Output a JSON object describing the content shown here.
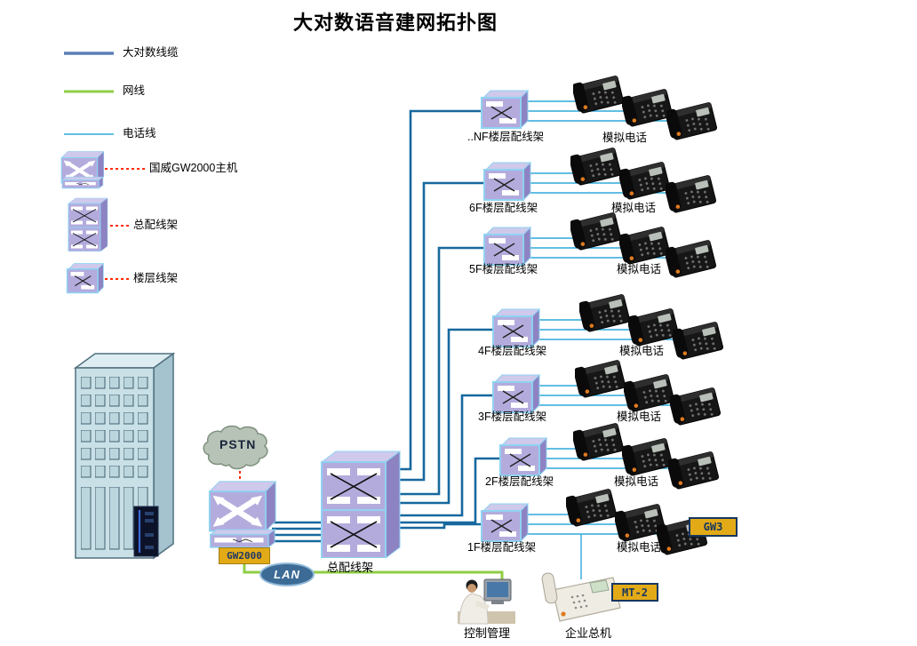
{
  "title": "大对数语音建网拓扑图",
  "legend": {
    "items": [
      {
        "label": "大对数线缆",
        "icon": "trunk-cable-line",
        "color": "#5b7fb7"
      },
      {
        "label": "网线",
        "icon": "network-cable-line",
        "color": "#8fce44"
      },
      {
        "label": "电话线",
        "icon": "phone-cable-line",
        "color": "#2fa8dc"
      },
      {
        "label": "国威GW2000主机",
        "icon": "gw2000-host-icon"
      },
      {
        "label": "总配线架",
        "icon": "main-distribution-frame-icon"
      },
      {
        "label": "楼层线架",
        "icon": "floor-frame-icon"
      }
    ]
  },
  "nodes": {
    "pstn": "PSTN",
    "gw2000": "GW2000",
    "lan": "LAN",
    "main_frame": "总配线架",
    "gw3": "GW3",
    "mt2": "MT-2",
    "control": "控制管理",
    "switchboard": "企业总机"
  },
  "floors": [
    {
      "frame_label": "..NF楼层配线架",
      "phones_label": "模拟电话",
      "phone_count": 3
    },
    {
      "frame_label": "6F楼层配线架",
      "phones_label": "模拟电话",
      "phone_count": 3
    },
    {
      "frame_label": "5F楼层配线架",
      "phones_label": "模拟电话",
      "phone_count": 3
    },
    {
      "frame_label": "4F楼层配线架",
      "phones_label": "模拟电话",
      "phone_count": 3
    },
    {
      "frame_label": "3F楼层配线架",
      "phones_label": "模拟电话",
      "phone_count": 3
    },
    {
      "frame_label": "2F楼层配线架",
      "phones_label": "模拟电话",
      "phone_count": 3
    },
    {
      "frame_label": "1F楼层配线架",
      "phones_label": "模拟电话",
      "phone_count": 3
    }
  ],
  "colors": {
    "trunk_line": "#17689e",
    "legend_trunk_line": "#5b7fb7",
    "network_line": "#8fce44",
    "phone_line": "#2fa8dc",
    "callout_dotted": "#ff2a00",
    "device_front": "#b4abdd",
    "device_border": "#8ed2f2",
    "tag_fill": "#e3aa17",
    "tag_text": "#17375e"
  }
}
